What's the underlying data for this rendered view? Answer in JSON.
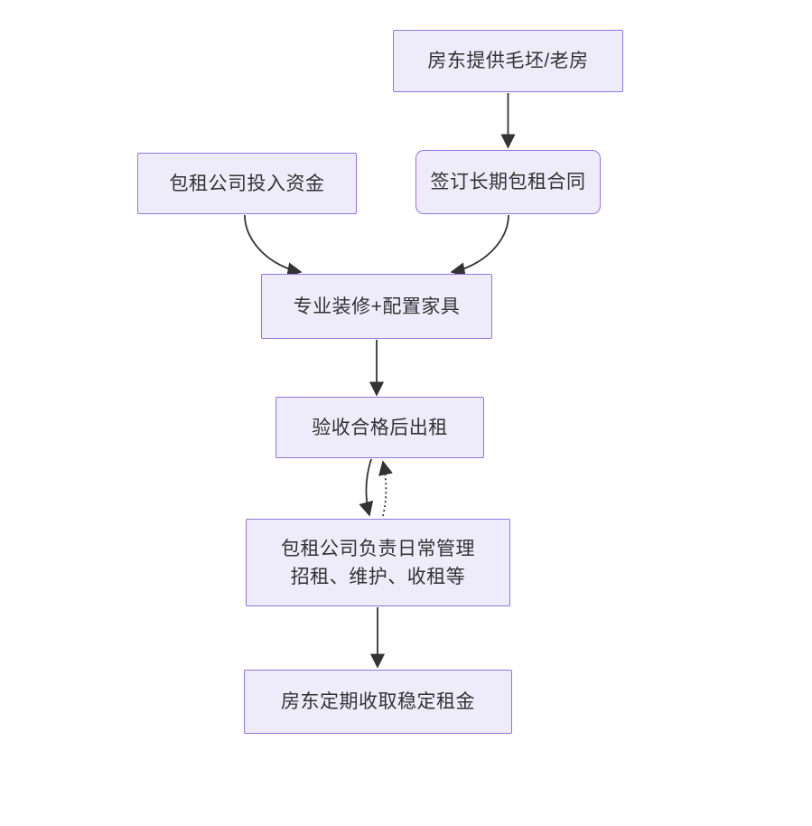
{
  "diagram": {
    "type": "flowchart",
    "direction": "top-down",
    "colors": {
      "node_fill": "#EEEBFA",
      "node_border": "#9575DE",
      "text": "#333333",
      "arrow": "#333333",
      "background": "#FFFFFF"
    },
    "nodes": [
      {
        "id": "landlord-provides",
        "label": "房东提供毛坯/老房"
      },
      {
        "id": "company-invests",
        "label": "包租公司投入资金"
      },
      {
        "id": "sign-contract",
        "label": "签订长期包租合同"
      },
      {
        "id": "renovation",
        "label": "专业装修+配置家具"
      },
      {
        "id": "inspection",
        "label": "验收合格后出租"
      },
      {
        "id": "management",
        "lines": [
          "包租公司负责日常管理",
          "招租、维护、收租等"
        ]
      },
      {
        "id": "stable-rent",
        "label": "房东定期收取稳定租金"
      }
    ],
    "edges": [
      {
        "from": "landlord-provides",
        "to": "sign-contract",
        "style": "solid"
      },
      {
        "from": "company-invests",
        "to": "renovation",
        "style": "solid"
      },
      {
        "from": "sign-contract",
        "to": "renovation",
        "style": "solid"
      },
      {
        "from": "renovation",
        "to": "inspection",
        "style": "solid"
      },
      {
        "from": "inspection",
        "to": "management",
        "style": "solid"
      },
      {
        "from": "management",
        "to": "inspection",
        "style": "dotted"
      },
      {
        "from": "management",
        "to": "stable-rent",
        "style": "solid"
      }
    ]
  }
}
